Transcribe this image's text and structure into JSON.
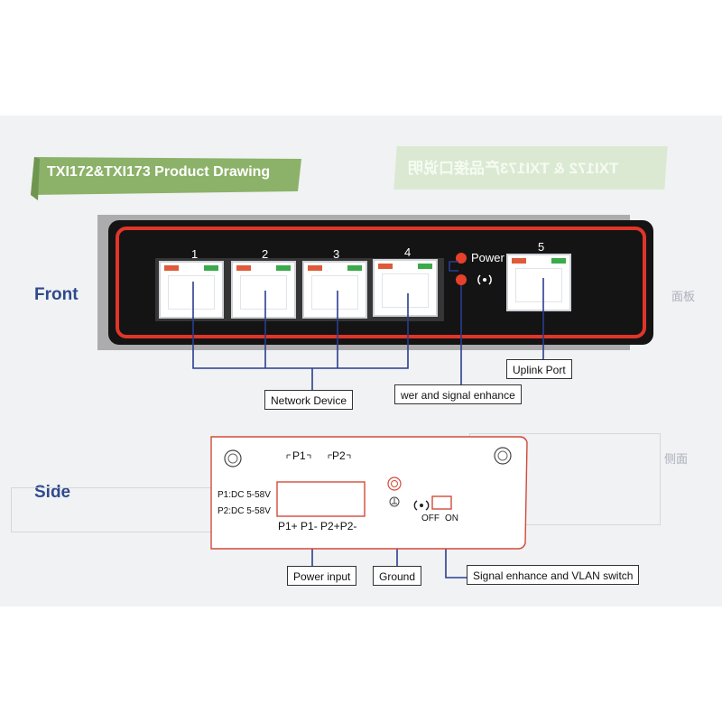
{
  "title": "TXI172&TXI173 Product Drawing",
  "ghost_title": "TXI172 & TXI173产品接口说明",
  "sections": {
    "front": "Front",
    "side": "Side"
  },
  "ghost_labels": {
    "front_cn": "面板",
    "side_cn": "侧面"
  },
  "front_panel": {
    "ports": [
      "1",
      "2",
      "3",
      "4",
      "5"
    ],
    "power_label": "Power"
  },
  "callouts": {
    "network_device": "Network Device",
    "power_signal": "wer and signal enhance",
    "uplink": "Uplink Port",
    "power_input": "Power input",
    "ground": "Ground",
    "signal_vlan": "Signal enhance and VLAN switch"
  },
  "side_panel": {
    "p1_label": "P1",
    "p2_label": "P2",
    "spec_p1": "P1:DC 5-58V",
    "spec_p2": "P2:DC 5-58V",
    "terminals": "P1+ P1-  P2+P2-",
    "switch_off": "OFF",
    "switch_on": "ON"
  },
  "colors": {
    "banner": "#8bb268",
    "panel_red": "#e0362a",
    "panel_black": "#141414",
    "callout_line": "#2b3d8f",
    "label_blue": "#2f4a8c"
  }
}
